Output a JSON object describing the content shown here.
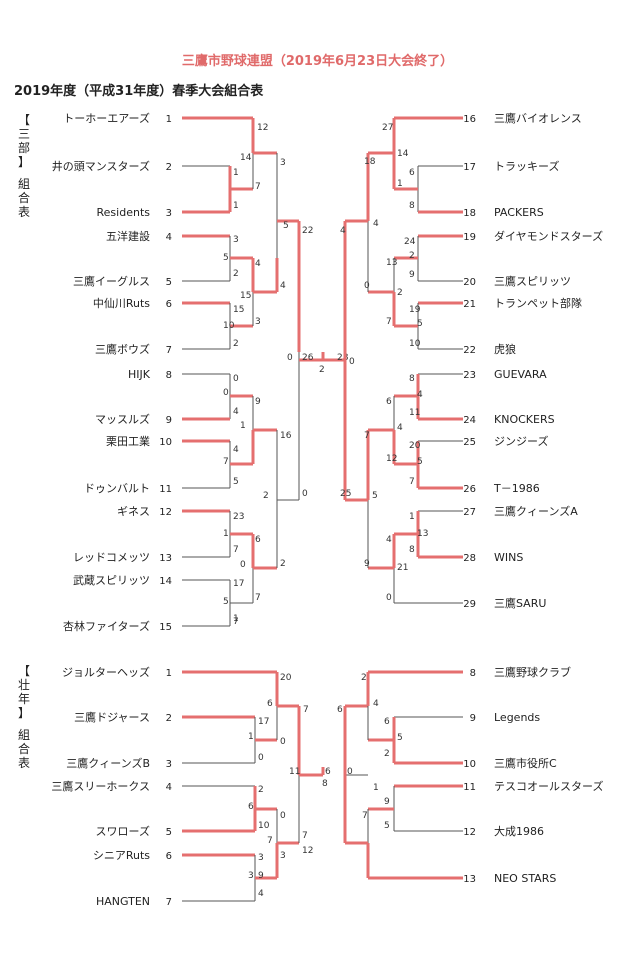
{
  "title": "三鷹市野球連盟（2019年6月23日大会終了）",
  "subtitle": "2019年度（平成31年度）春季大会組合表",
  "sections": [
    {
      "label_chars": [
        "【",
        "三",
        "部",
        "】",
        "",
        "組",
        "合",
        "表"
      ]
    },
    {
      "label_chars": [
        "【",
        "壮",
        "年",
        "】",
        "",
        "組",
        "合",
        "表"
      ]
    }
  ],
  "div3": {
    "left_teams": [
      {
        "seed": "1",
        "name": "トーホーエアーズ"
      },
      {
        "seed": "2",
        "name": "井の頭マンスターズ"
      },
      {
        "seed": "3",
        "name": "Residents"
      },
      {
        "seed": "4",
        "name": "五洋建設"
      },
      {
        "seed": "5",
        "name": "三鷹イーグルス"
      },
      {
        "seed": "6",
        "name": "中仙川Ruts"
      },
      {
        "seed": "7",
        "name": "三鷹ボウズ"
      },
      {
        "seed": "8",
        "name": "HIJK"
      },
      {
        "seed": "9",
        "name": "マッスルズ"
      },
      {
        "seed": "10",
        "name": "栗田工業"
      },
      {
        "seed": "11",
        "name": "ドゥンバルト"
      },
      {
        "seed": "12",
        "name": "ギネス"
      },
      {
        "seed": "13",
        "name": "レッドコメッツ"
      },
      {
        "seed": "14",
        "name": "武蔵スピリッツ"
      },
      {
        "seed": "15",
        "name": "杏林ファイターズ"
      }
    ],
    "right_teams": [
      {
        "seed": "16",
        "name": "三鷹バイオレンス"
      },
      {
        "seed": "17",
        "name": "トラッキーズ"
      },
      {
        "seed": "18",
        "name": "PACKERS"
      },
      {
        "seed": "19",
        "name": "ダイヤモンドスターズ"
      },
      {
        "seed": "20",
        "name": "三鷹スピリッツ"
      },
      {
        "seed": "21",
        "name": "トランペット部隊"
      },
      {
        "seed": "22",
        "name": "虎狼"
      },
      {
        "seed": "23",
        "name": "GUEVARA"
      },
      {
        "seed": "24",
        "name": "KNOCKERS"
      },
      {
        "seed": "25",
        "name": "ジンジーズ"
      },
      {
        "seed": "26",
        "name": "T－1986"
      },
      {
        "seed": "27",
        "name": "三鷹クィーンズA"
      },
      {
        "seed": "28",
        "name": "WINS"
      },
      {
        "seed": "29",
        "name": "三鷹SARU"
      }
    ]
  },
  "senior": {
    "left_teams": [
      {
        "seed": "1",
        "name": "ジョルターヘッズ"
      },
      {
        "seed": "2",
        "name": "三鷹ドジャース"
      },
      {
        "seed": "3",
        "name": "三鷹クィーンズB"
      },
      {
        "seed": "4",
        "name": "三鷹スリーホークス"
      },
      {
        "seed": "5",
        "name": "スワローズ"
      },
      {
        "seed": "6",
        "name": "シニアRuts"
      },
      {
        "seed": "7",
        "name": "HANGTEN"
      }
    ],
    "right_teams": [
      {
        "seed": "8",
        "name": "三鷹野球クラブ"
      },
      {
        "seed": "9",
        "name": "Legends"
      },
      {
        "seed": "10",
        "name": "三鷹市役所C"
      },
      {
        "seed": "11",
        "name": "テスコオールスターズ"
      },
      {
        "seed": "12",
        "name": "大成1986"
      },
      {
        "seed": "13",
        "name": "NEO STARS"
      }
    ]
  },
  "scores": [
    "12",
    "14",
    "3",
    "1",
    "7",
    "1",
    "3",
    "5",
    "2",
    "4",
    "4",
    "15",
    "5",
    "22",
    "15",
    "10",
    "3",
    "2",
    "0",
    "0",
    "4",
    "9",
    "1",
    "16",
    "4",
    "7",
    "5",
    "2",
    "0",
    "23",
    "1",
    "7",
    "6",
    "0",
    "2",
    "17",
    "5",
    "7",
    "7",
    "1",
    "0",
    "26",
    "2",
    "28",
    "0",
    "27",
    "14",
    "18",
    "6",
    "1",
    "8",
    "4",
    "4",
    "24",
    "2",
    "13",
    "9",
    "0",
    "2",
    "19",
    "5",
    "7",
    "10",
    "8",
    "4",
    "6",
    "11",
    "4",
    "7",
    "20",
    "5",
    "12",
    "7",
    "5",
    "25",
    "1",
    "13",
    "4",
    "8",
    "21",
    "9",
    "0",
    "20",
    "6",
    "7",
    "17",
    "1",
    "0",
    "0",
    "2",
    "6",
    "0",
    "10",
    "7",
    "7",
    "3",
    "3",
    "3",
    "9",
    "4",
    "12",
    "11",
    "6",
    "8",
    "0",
    "2",
    "4",
    "6",
    "6",
    "5",
    "2",
    "1",
    "9",
    "7",
    "5"
  ],
  "colors": {
    "winner": "#e56f6f",
    "line": "#555555",
    "title": "#e06a6a"
  }
}
